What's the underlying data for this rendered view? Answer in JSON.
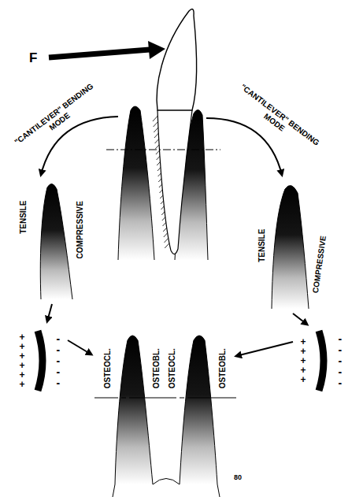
{
  "diagram": {
    "labels": [
      "F",
      "\"CANTILEVER\" BENDING MODE",
      "\"CANTILEVER\" BENDING MODE",
      "TENSILE",
      "COMPRESSIVE",
      "TENSILE",
      "COMPRESSIVE",
      "++++++",
      "-----",
      "+++++",
      "-----",
      "OSTEOCL.",
      "OSTEOBL.",
      "OSTEOCL.",
      "OSTEOBL.",
      "80"
    ]
  }
}
